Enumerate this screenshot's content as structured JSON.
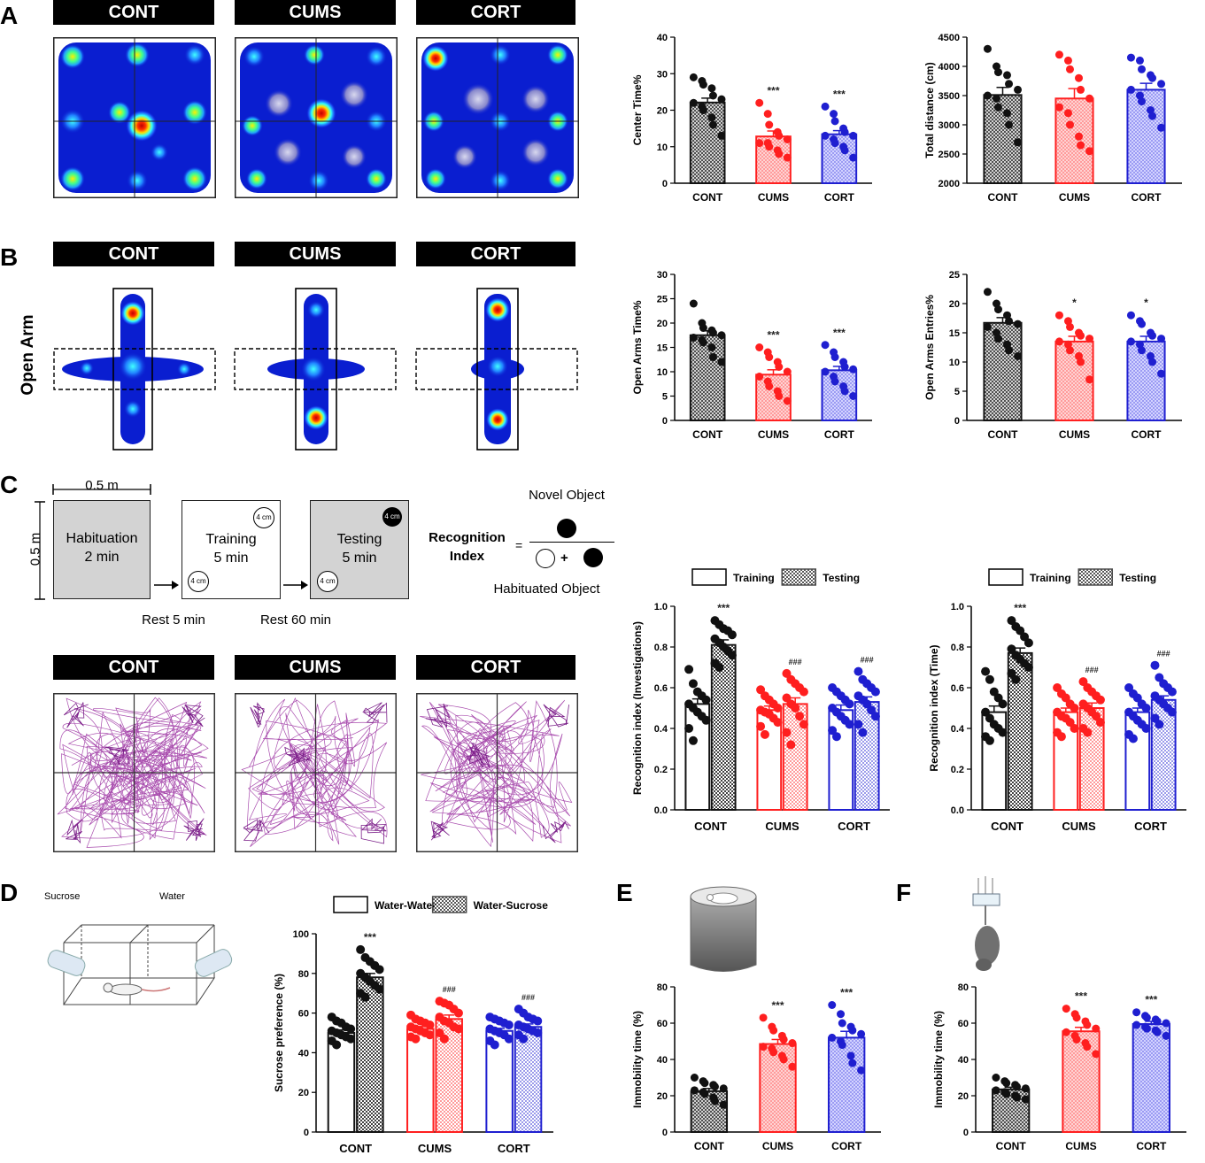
{
  "panels": {
    "A": "A",
    "B": "B",
    "C": "C",
    "D": "D",
    "E": "E",
    "F": "F"
  },
  "group_headers": [
    "CONT",
    "CUMS",
    "CORT"
  ],
  "open_arm_label": "Open Arm",
  "nor_protocol": {
    "arena_width": "0.5 m",
    "arena_height": "0.5 m",
    "stages": [
      {
        "name": "Habituation",
        "duration": "2 min"
      },
      {
        "name": "Training",
        "duration": "5 min"
      },
      {
        "name": "Testing",
        "duration": "5 min"
      }
    ],
    "object_size": "4 cm",
    "rest1": "Rest 5 min",
    "rest2": "Rest 60 min",
    "ri_label_line1": "Recognition",
    "ri_label_line2": "Index",
    "equals": "=",
    "plus": "+",
    "novel_object": "Novel Object",
    "habituated_object": "Habituated Object"
  },
  "spt": {
    "sucrose_label": "Sucrose",
    "water_label": "Water"
  },
  "colors": {
    "cont": "#111111",
    "cums": "#ff1f1f",
    "cort": "#1f1fd0",
    "cont_fill": "#9a9a9a",
    "cums_fill": "#ffc4c4",
    "cort_fill": "#c4c4ff"
  },
  "chart_data": [
    {
      "id": "center-time",
      "type": "bar",
      "categories": [
        "CONT",
        "CUMS",
        "CORT"
      ],
      "values": [
        22.1,
        12.8,
        13.4
      ],
      "sem": [
        1.2,
        1.5,
        1.0
      ],
      "points": [
        [
          29,
          28,
          27,
          26,
          24,
          23,
          22,
          21,
          20,
          18,
          16,
          13
        ],
        [
          22,
          19,
          16,
          14,
          13,
          12,
          11,
          11,
          10,
          9,
          8,
          7
        ],
        [
          21,
          19,
          17,
          15,
          14,
          13,
          13,
          12,
          11,
          10,
          9,
          7
        ]
      ],
      "stars": [
        "",
        "***",
        "***"
      ],
      "ylabel": "Center Time%",
      "ylim": [
        0,
        40
      ],
      "yticks": [
        0,
        10,
        20,
        30,
        40
      ]
    },
    {
      "id": "total-distance",
      "type": "bar",
      "categories": [
        "CONT",
        "CUMS",
        "CORT"
      ],
      "values": [
        3510,
        3450,
        3600
      ],
      "sem": [
        130,
        170,
        110
      ],
      "points": [
        [
          4300,
          4000,
          3900,
          3850,
          3700,
          3600,
          3500,
          3450,
          3300,
          3200,
          3000,
          2700
        ],
        [
          4200,
          4100,
          3950,
          3800,
          3600,
          3450,
          3300,
          3200,
          3000,
          2800,
          2650,
          2550
        ],
        [
          4150,
          4100,
          3950,
          3850,
          3800,
          3700,
          3600,
          3500,
          3400,
          3250,
          3150,
          2950
        ]
      ],
      "stars": [
        "",
        "",
        ""
      ],
      "ylabel": "Total distance (cm)",
      "ylim": [
        2000,
        4500
      ],
      "yticks": [
        2000,
        2500,
        3000,
        3500,
        4000,
        4500
      ]
    },
    {
      "id": "open-arms-time",
      "type": "bar",
      "categories": [
        "CONT",
        "CUMS",
        "CORT"
      ],
      "values": [
        17.5,
        9.4,
        10.3
      ],
      "sem": [
        0.9,
        1.0,
        0.8
      ],
      "points": [
        [
          24,
          20,
          19,
          18.5,
          18,
          17.5,
          17,
          16.5,
          16,
          15,
          13,
          12
        ],
        [
          15,
          14,
          13,
          12,
          11,
          10,
          9,
          8,
          7,
          6,
          5,
          4
        ],
        [
          15.5,
          14,
          13,
          12,
          11,
          10.5,
          10,
          9,
          8,
          7,
          6,
          5
        ]
      ],
      "stars": [
        "",
        "***",
        "***"
      ],
      "ylabel": "Open Arms Time%",
      "ylim": [
        0,
        30
      ],
      "yticks": [
        0,
        5,
        10,
        15,
        20,
        25,
        30
      ]
    },
    {
      "id": "open-arms-entries",
      "type": "bar",
      "categories": [
        "CONT",
        "CUMS",
        "CORT"
      ],
      "values": [
        16.7,
        13.5,
        13.5
      ],
      "sem": [
        0.9,
        0.9,
        0.9
      ],
      "points": [
        [
          22,
          20,
          19,
          18,
          17,
          16.5,
          16,
          15,
          14,
          13,
          12,
          11
        ],
        [
          18,
          17,
          16,
          15,
          14.5,
          14,
          13.5,
          13,
          12,
          11,
          10,
          7
        ],
        [
          18,
          17,
          16.5,
          15,
          14.5,
          14,
          13.5,
          13,
          12,
          11,
          10,
          8
        ]
      ],
      "stars": [
        "",
        "*",
        "*"
      ],
      "ylabel": "Open Arms Entries%",
      "ylim": [
        0,
        25
      ],
      "yticks": [
        0,
        5,
        10,
        15,
        20,
        25
      ]
    },
    {
      "id": "recognition-investigations",
      "type": "bar",
      "categories": [
        "CONT",
        "CUMS",
        "CORT"
      ],
      "series": [
        {
          "name": "Training",
          "values": [
            0.52,
            0.49,
            0.49
          ],
          "sem": [
            0.025,
            0.02,
            0.025
          ],
          "points": [
            [
              0.69,
              0.62,
              0.58,
              0.56,
              0.54,
              0.52,
              0.5,
              0.48,
              0.46,
              0.44,
              0.4,
              0.34
            ],
            [
              0.59,
              0.56,
              0.54,
              0.52,
              0.5,
              0.49,
              0.48,
              0.47,
              0.45,
              0.43,
              0.41,
              0.37
            ],
            [
              0.6,
              0.58,
              0.56,
              0.54,
              0.52,
              0.5,
              0.48,
              0.46,
              0.44,
              0.42,
              0.39,
              0.36
            ]
          ]
        },
        {
          "name": "Testing",
          "values": [
            0.81,
            0.52,
            0.53
          ],
          "sem": [
            0.025,
            0.03,
            0.025
          ],
          "points": [
            [
              0.93,
              0.91,
              0.89,
              0.88,
              0.86,
              0.84,
              0.82,
              0.8,
              0.78,
              0.76,
              0.72,
              0.7
            ],
            [
              0.67,
              0.64,
              0.62,
              0.6,
              0.58,
              0.55,
              0.52,
              0.5,
              0.46,
              0.42,
              0.38,
              0.32
            ],
            [
              0.68,
              0.64,
              0.62,
              0.6,
              0.58,
              0.56,
              0.54,
              0.52,
              0.49,
              0.46,
              0.42,
              0.38
            ]
          ]
        }
      ],
      "stars": [
        "***",
        "###",
        "###"
      ],
      "ylabel": "Recognition index (Investigations)",
      "ylim": [
        0,
        1
      ],
      "yticks": [
        0.0,
        0.2,
        0.4,
        0.6,
        0.8,
        1.0
      ]
    },
    {
      "id": "recognition-time",
      "type": "bar",
      "categories": [
        "CONT",
        "CUMS",
        "CORT"
      ],
      "series": [
        {
          "name": "Training",
          "values": [
            0.48,
            0.48,
            0.48
          ],
          "sem": [
            0.03,
            0.02,
            0.02
          ],
          "points": [
            [
              0.68,
              0.64,
              0.58,
              0.55,
              0.52,
              0.48,
              0.45,
              0.42,
              0.4,
              0.38,
              0.36,
              0.34
            ],
            [
              0.6,
              0.57,
              0.55,
              0.52,
              0.5,
              0.48,
              0.46,
              0.45,
              0.43,
              0.4,
              0.38,
              0.36
            ],
            [
              0.6,
              0.57,
              0.55,
              0.52,
              0.5,
              0.48,
              0.46,
              0.44,
              0.42,
              0.4,
              0.37,
              0.35
            ]
          ]
        },
        {
          "name": "Testing",
          "values": [
            0.77,
            0.5,
            0.54
          ],
          "sem": [
            0.025,
            0.025,
            0.02
          ],
          "points": [
            [
              0.93,
              0.9,
              0.88,
              0.85,
              0.82,
              0.79,
              0.76,
              0.74,
              0.72,
              0.7,
              0.67,
              0.64
            ],
            [
              0.63,
              0.6,
              0.58,
              0.56,
              0.54,
              0.52,
              0.5,
              0.48,
              0.46,
              0.43,
              0.4,
              0.38
            ],
            [
              0.71,
              0.65,
              0.62,
              0.6,
              0.58,
              0.56,
              0.54,
              0.52,
              0.5,
              0.48,
              0.45,
              0.42
            ]
          ]
        }
      ],
      "stars": [
        "***",
        "###",
        "###"
      ],
      "ylabel": "Recognition index (Time)",
      "ylim": [
        0,
        1
      ],
      "yticks": [
        0.0,
        0.2,
        0.4,
        0.6,
        0.8,
        1.0
      ]
    },
    {
      "id": "sucrose-preference",
      "type": "bar",
      "categories": [
        "CONT",
        "CUMS",
        "CORT"
      ],
      "series": [
        {
          "name": "Water-Water",
          "values": [
            50,
            52,
            51
          ],
          "sem": [
            1.5,
            1.2,
            1.3
          ],
          "points": [
            [
              58,
              56,
              55,
              53,
              52,
              51,
              50,
              49,
              48,
              47,
              46,
              44
            ],
            [
              59,
              57,
              56,
              55,
              54,
              53,
              52,
              51,
              50,
              49,
              48,
              47
            ],
            [
              58,
              57,
              56,
              55,
              54,
              52,
              51,
              50,
              49,
              47,
              46,
              44
            ]
          ]
        },
        {
          "name": "Water-Sucrose",
          "values": [
            78,
            57,
            53
          ],
          "sem": [
            2.0,
            2.0,
            1.5
          ],
          "points": [
            [
              92,
              88,
              86,
              84,
              82,
              80,
              78,
              76,
              74,
              72,
              70,
              68
            ],
            [
              66,
              65,
              64,
              62,
              60,
              58,
              56,
              55,
              53,
              52,
              50,
              47
            ],
            [
              62,
              60,
              58,
              57,
              56,
              54,
              53,
              52,
              51,
              50,
              49,
              47
            ]
          ]
        }
      ],
      "stars": [
        "***",
        "###",
        "###"
      ],
      "ylabel": "Sucrose preference (%)",
      "ylim": [
        0,
        100
      ],
      "yticks": [
        0,
        20,
        40,
        60,
        80,
        100
      ]
    },
    {
      "id": "fst-immobility",
      "type": "bar",
      "categories": [
        "CONT",
        "CUMS",
        "CORT"
      ],
      "values": [
        22.5,
        48.5,
        52
      ],
      "sem": [
        1.5,
        2.5,
        3.5
      ],
      "points": [
        [
          30,
          28,
          27,
          26,
          25,
          24,
          23,
          22,
          21,
          19,
          17,
          15
        ],
        [
          63,
          58,
          56,
          53,
          51,
          49,
          47,
          46,
          44,
          42,
          40,
          36
        ],
        [
          70,
          65,
          60,
          58,
          56,
          54,
          52,
          50,
          48,
          42,
          38,
          34
        ]
      ],
      "stars": [
        "",
        "***",
        "***"
      ],
      "ylabel": "Immobility time (%)",
      "ylim": [
        0,
        80
      ],
      "yticks": [
        0,
        20,
        40,
        60,
        80
      ]
    },
    {
      "id": "tst-immobility",
      "type": "bar",
      "categories": [
        "CONT",
        "CUMS",
        "CORT"
      ],
      "values": [
        23.5,
        55.5,
        59.5
      ],
      "sem": [
        1.2,
        2.2,
        1.5
      ],
      "points": [
        [
          30,
          28,
          27,
          26,
          25,
          24,
          23,
          22,
          21,
          20,
          19,
          18
        ],
        [
          68,
          65,
          63,
          61,
          59,
          57,
          55,
          53,
          51,
          49,
          47,
          43
        ],
        [
          66,
          64,
          63,
          62,
          61,
          60,
          59,
          58,
          57,
          56,
          55,
          53
        ]
      ],
      "stars": [
        "",
        "***",
        "***"
      ],
      "ylabel": "Immobility time (%)",
      "ylim": [
        0,
        80
      ],
      "yticks": [
        0,
        20,
        40,
        60,
        80
      ]
    }
  ]
}
